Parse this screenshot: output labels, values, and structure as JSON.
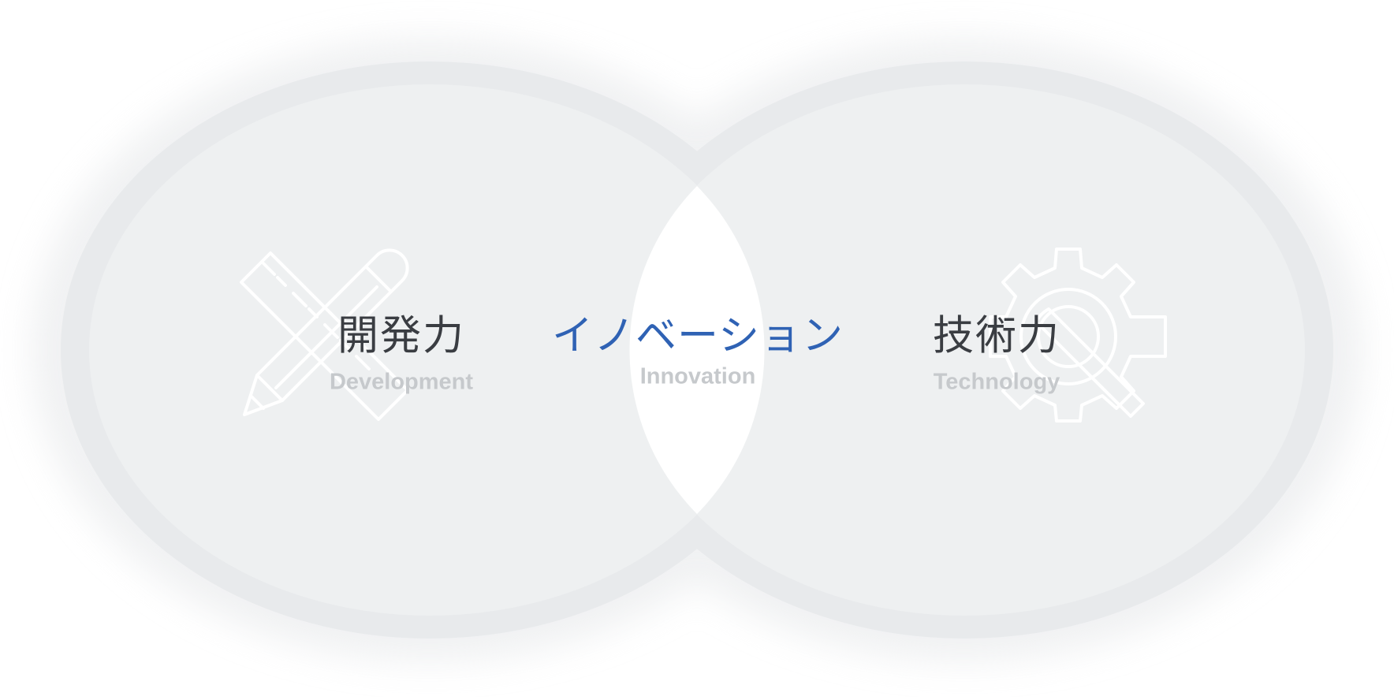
{
  "diagram": {
    "left_circle": {
      "title": "開発力",
      "subtitle": "Development",
      "icon": "pencil-ruler-icon"
    },
    "right_circle": {
      "title": "技術力",
      "subtitle": "Technology",
      "icon": "gear-wrench-icon"
    },
    "overlap": {
      "title": "イノベーション",
      "subtitle": "Innovation"
    }
  },
  "colors": {
    "circle_fill": "#eef0f1",
    "circle_ring": "#e7e9eb",
    "overlap_fill": "#ffffff",
    "title_text": "#3a3d42",
    "accent_text": "#2f62b4",
    "subtitle_text": "#c6c9cc",
    "icon_stroke": "#ffffff"
  }
}
